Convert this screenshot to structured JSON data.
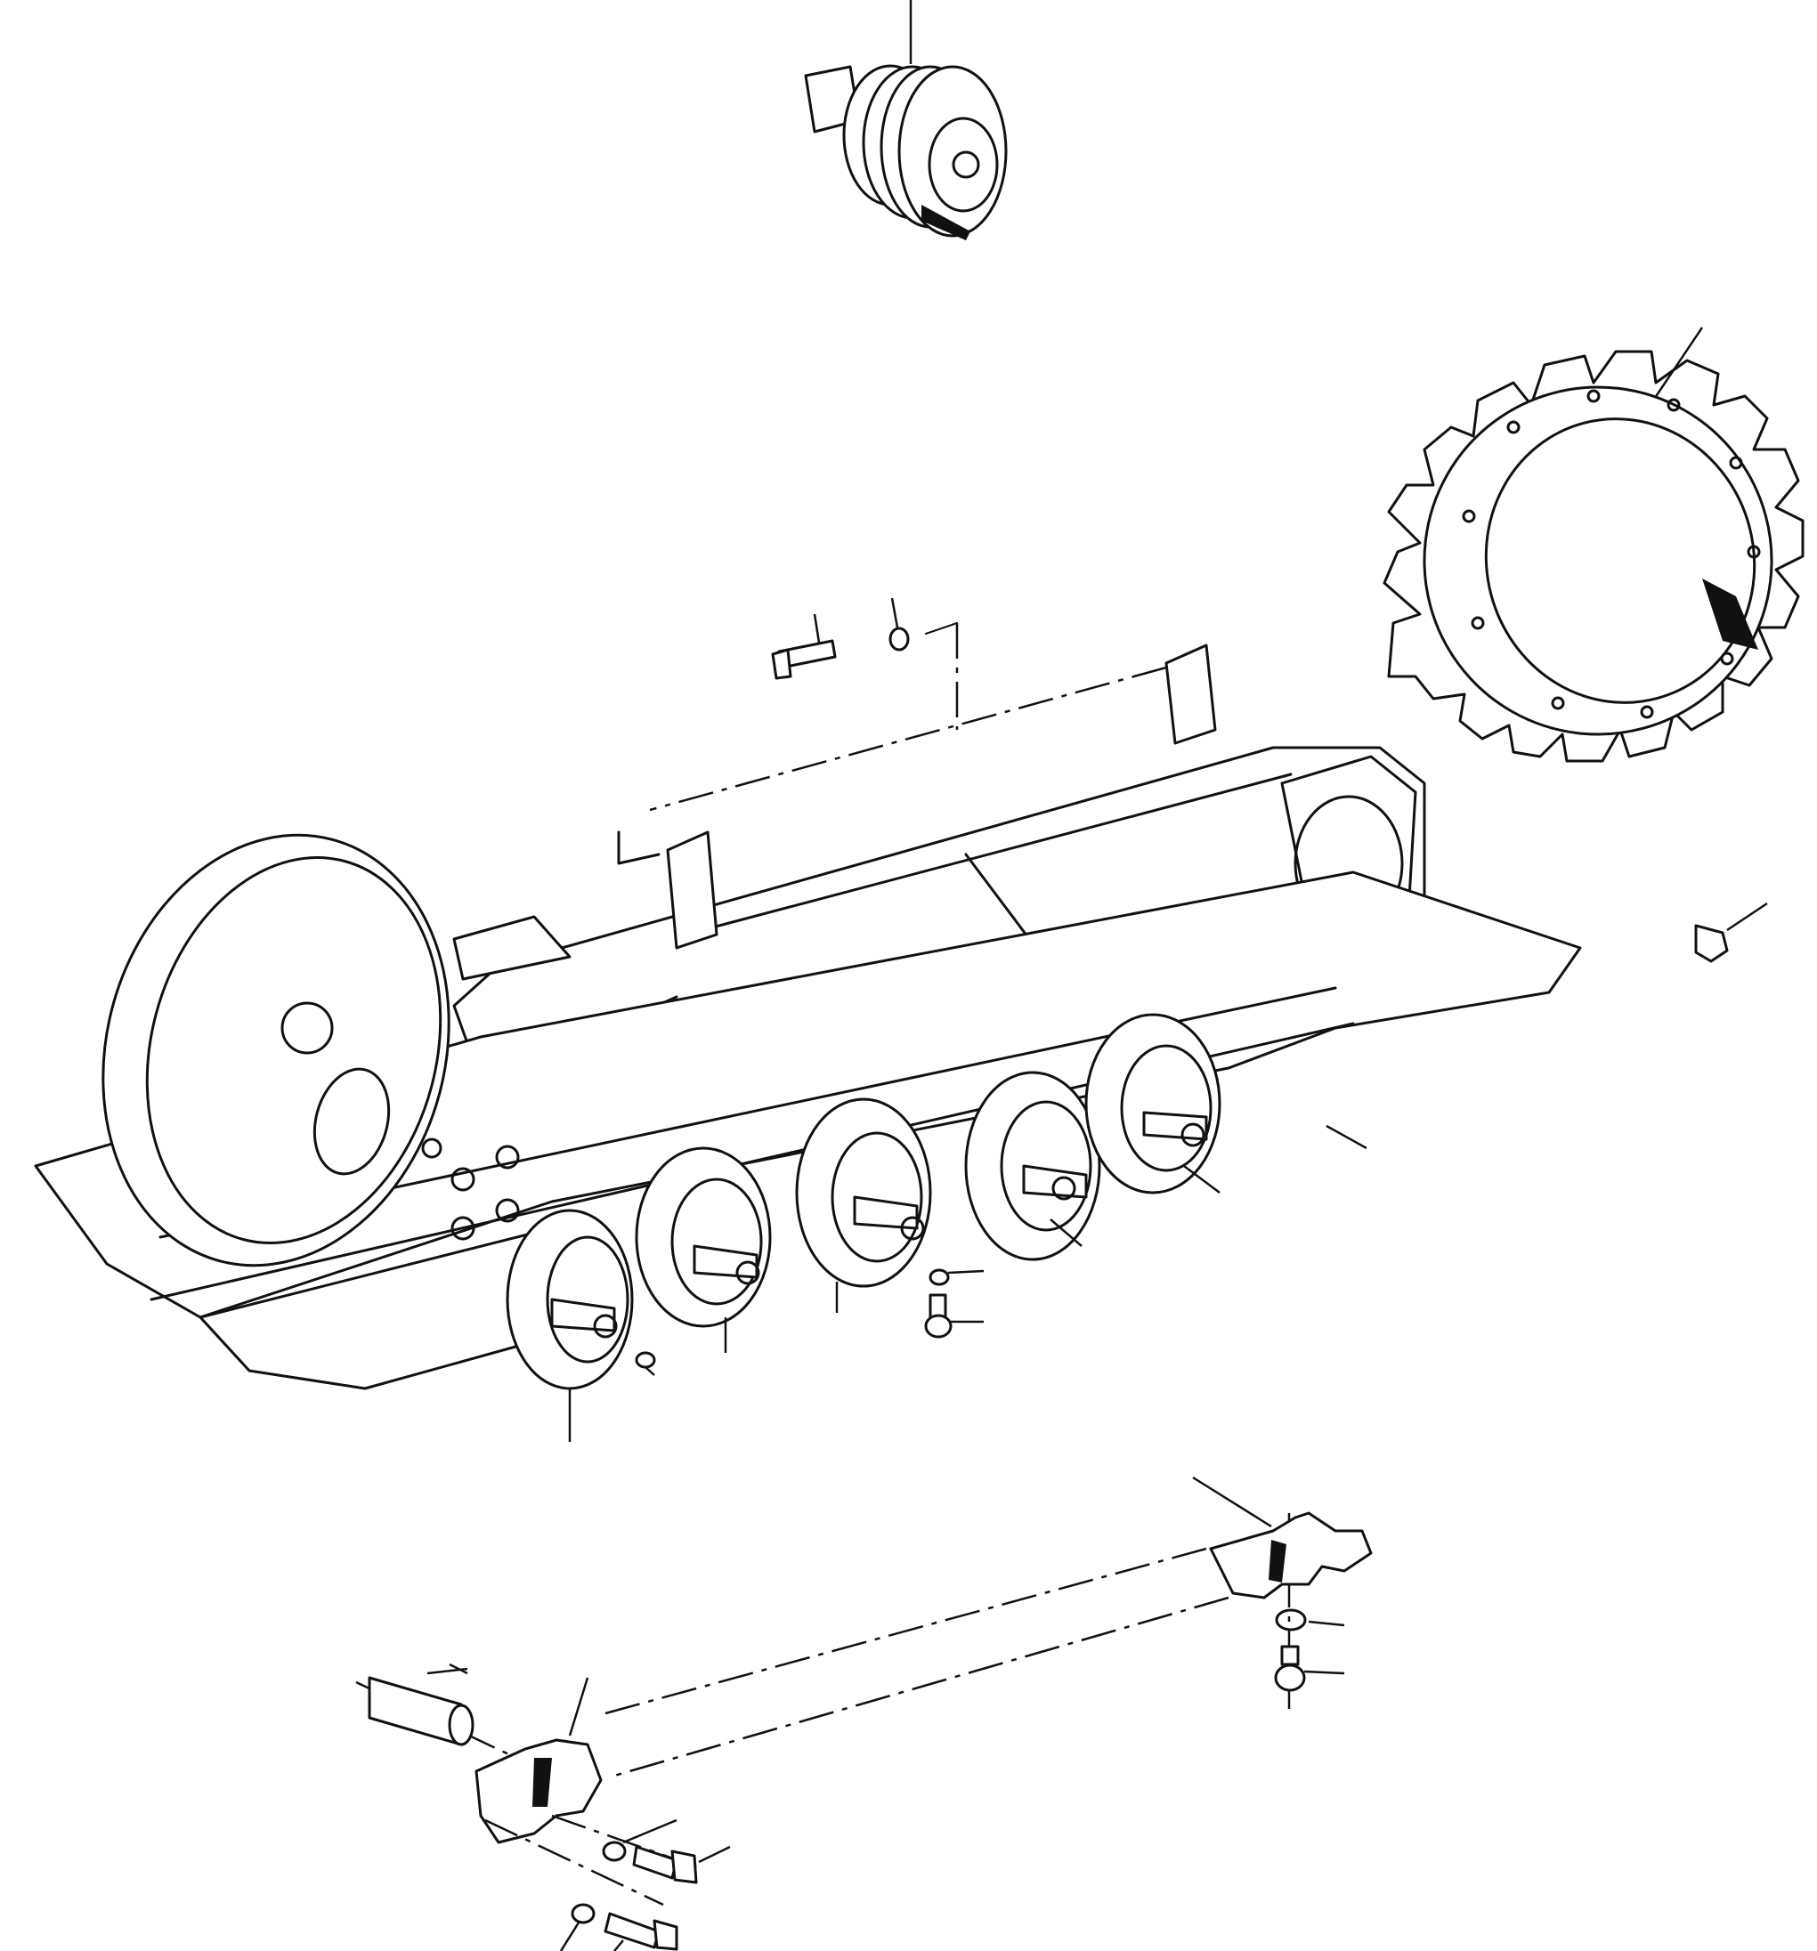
{
  "diagram": {
    "type": "exploded-parts-drawing",
    "subject": "track-frame-assembly",
    "colors": {
      "line": "#111111",
      "background": "#ffffff"
    },
    "parts": [
      {
        "id": "carrier-roller",
        "label": ""
      },
      {
        "id": "sprocket",
        "label": ""
      },
      {
        "id": "track-frame",
        "label": ""
      },
      {
        "id": "idler-wheel",
        "label": ""
      },
      {
        "id": "track-rollers",
        "label": ""
      },
      {
        "id": "track-guard",
        "label": ""
      },
      {
        "id": "pin",
        "label": ""
      },
      {
        "id": "bolts-and-washers",
        "label": ""
      }
    ]
  }
}
